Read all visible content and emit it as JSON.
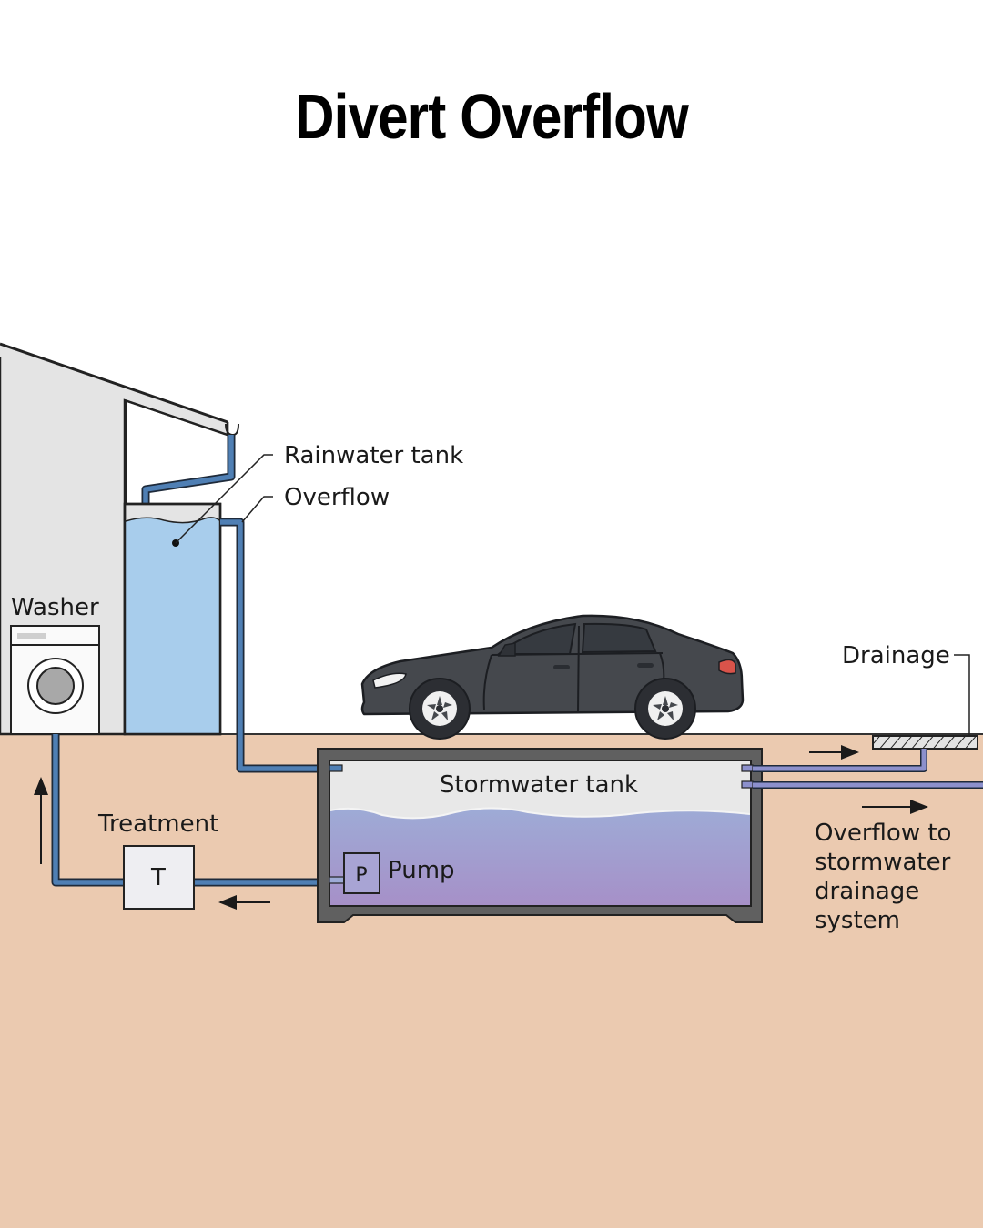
{
  "title": "Divert Overflow",
  "labels": {
    "rainwater_tank": "Rainwater tank",
    "overflow": "Overflow",
    "washer": "Washer",
    "treatment": "Treatment",
    "treatment_box": "T",
    "stormwater_tank": "Stormwater tank",
    "pump_box": "P",
    "pump": "Pump",
    "drainage": "Drainage",
    "overflow_to_line1": "Overflow to",
    "overflow_to_line2": "stormwater",
    "overflow_to_line3": "drainage",
    "overflow_to_line4": "system"
  },
  "colors": {
    "ground": "#ebcab0",
    "house_wall": "#e4e4e4",
    "rain_water": "#a8cdec",
    "pipe_blue": "#4f7fb4",
    "pipe_purple": "#8c90cc",
    "tank_wall": "#606060",
    "storm_water_top": "#9eabd6",
    "storm_water_bottom": "#a690c8",
    "car_body": "#45484d",
    "tail_light": "#d9534a"
  }
}
